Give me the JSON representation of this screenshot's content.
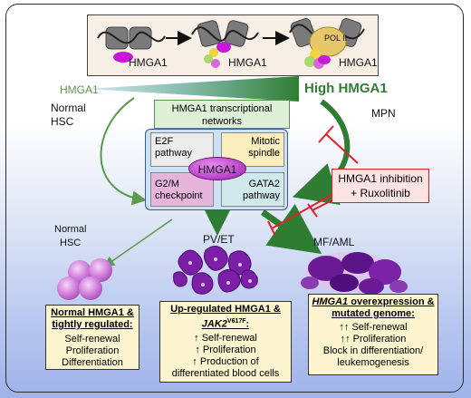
{
  "top_panel": {
    "labels": [
      "HMGA1",
      "HMGA1",
      "HMGA1"
    ],
    "pol_label": "POL II"
  },
  "gradient_bar": {
    "left_label": "HMGA1",
    "right_label": "High HMGA1",
    "colors": {
      "low": "#7cc67a",
      "high": "#2f7d32"
    }
  },
  "left_state": {
    "line1": "Normal",
    "line2": "HSC"
  },
  "right_state": "MPN",
  "network": {
    "title_line1": "HMGA1 transcriptional",
    "title_line2": "networks",
    "center": "HMGA1",
    "quadrants": {
      "tl": [
        "E2F",
        "pathway"
      ],
      "tr": [
        "Mitotic",
        "spindle"
      ],
      "bl": [
        "G2/M",
        "checkpoint"
      ],
      "br": [
        "GATA2",
        "pathway"
      ]
    }
  },
  "inhibition": {
    "line1": "HMGA1 inhibition",
    "line2": "+ Ruxolitinib"
  },
  "outcomes": {
    "normal": {
      "name_line1": "Normal",
      "name_line2": "HSC",
      "heading_line1": "Normal HMGA1 &",
      "heading_line2": "tightly regulated:",
      "items": [
        "Self-renewal",
        "Proliferation",
        "Differentiation"
      ]
    },
    "pvet": {
      "name": "PV/ET",
      "heading_line1": "Up-regulated HMGA1 &",
      "heading_gene": "JAK2",
      "heading_super": "V617F",
      "heading_tail": ":",
      "arrow": "↑",
      "items": [
        "Self-renewal",
        "Proliferation",
        "Production of"
      ],
      "tail_line": "differentiated blood cells"
    },
    "mfaml": {
      "name": "MF/AML",
      "heading_line1_gene": "HMGA1",
      "heading_line1_rest": " overexpression &",
      "heading_line2": "mutated genome:",
      "arrows": "↑↑",
      "items": [
        "Self-renewal",
        "Proliferation"
      ],
      "tail_line1": "Block in differentiation/",
      "tail_line2": "leukemogenesis"
    }
  },
  "colors": {
    "green_arrow": "#2f7d32",
    "red": "#e0202a",
    "hmga1_oval": "#b92fc7",
    "label_box": "#fdf5cf",
    "inhibition_box": "#fde3e3"
  }
}
